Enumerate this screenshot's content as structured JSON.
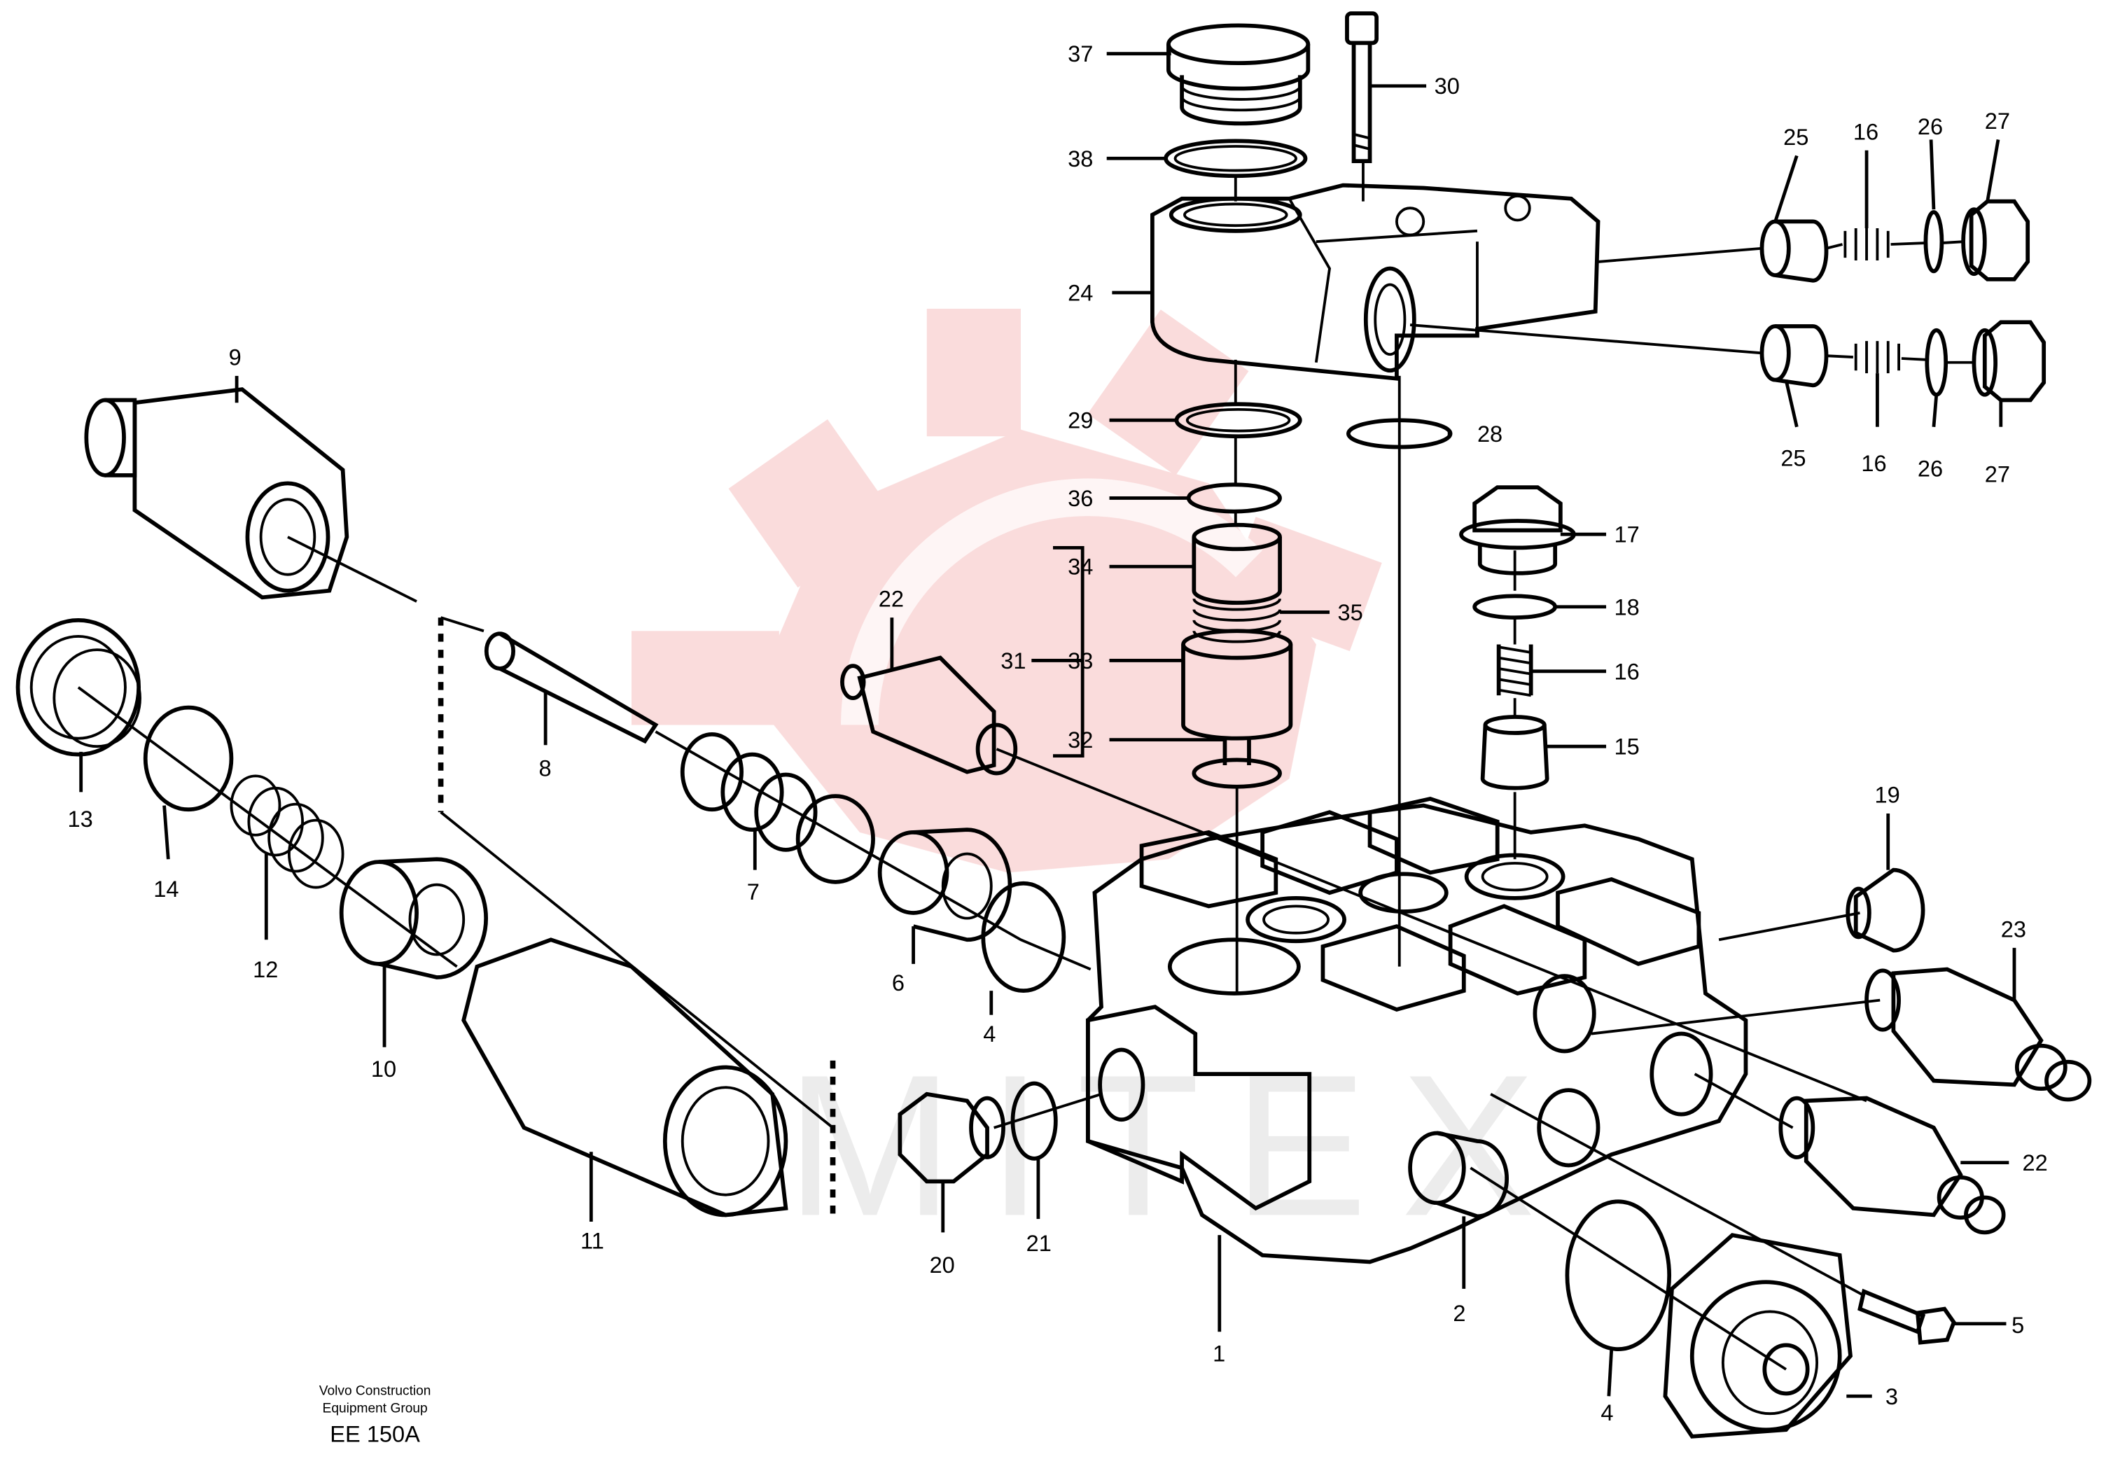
{
  "diagram": {
    "callouts": [
      {
        "id": "37",
        "label": "37"
      },
      {
        "id": "30",
        "label": "30"
      },
      {
        "id": "38",
        "label": "38"
      },
      {
        "id": "24",
        "label": "24"
      },
      {
        "id": "29",
        "label": "29"
      },
      {
        "id": "28",
        "label": "28"
      },
      {
        "id": "36",
        "label": "36"
      },
      {
        "id": "34",
        "label": "34"
      },
      {
        "id": "35",
        "label": "35"
      },
      {
        "id": "31",
        "label": "31"
      },
      {
        "id": "33",
        "label": "33"
      },
      {
        "id": "32",
        "label": "32"
      },
      {
        "id": "25a",
        "label": "25"
      },
      {
        "id": "16a",
        "label": "16"
      },
      {
        "id": "26a",
        "label": "26"
      },
      {
        "id": "27a",
        "label": "27"
      },
      {
        "id": "25b",
        "label": "25"
      },
      {
        "id": "16b",
        "label": "16"
      },
      {
        "id": "26b",
        "label": "26"
      },
      {
        "id": "27b",
        "label": "27"
      },
      {
        "id": "17",
        "label": "17"
      },
      {
        "id": "18",
        "label": "18"
      },
      {
        "id": "16c",
        "label": "16"
      },
      {
        "id": "15",
        "label": "15"
      },
      {
        "id": "19",
        "label": "19"
      },
      {
        "id": "23",
        "label": "23"
      },
      {
        "id": "22b",
        "label": "22"
      },
      {
        "id": "9",
        "label": "9"
      },
      {
        "id": "13",
        "label": "13"
      },
      {
        "id": "14",
        "label": "14"
      },
      {
        "id": "12",
        "label": "12"
      },
      {
        "id": "10",
        "label": "10"
      },
      {
        "id": "11",
        "label": "11"
      },
      {
        "id": "8",
        "label": "8"
      },
      {
        "id": "7",
        "label": "7"
      },
      {
        "id": "22a",
        "label": "22"
      },
      {
        "id": "6",
        "label": "6"
      },
      {
        "id": "4a",
        "label": "4"
      },
      {
        "id": "20",
        "label": "20"
      },
      {
        "id": "21",
        "label": "21"
      },
      {
        "id": "1",
        "label": "1"
      },
      {
        "id": "2",
        "label": "2"
      },
      {
        "id": "4b",
        "label": "4"
      },
      {
        "id": "3",
        "label": "3"
      },
      {
        "id": "5",
        "label": "5"
      }
    ]
  },
  "footer": {
    "company_line1": "Volvo Construction",
    "company_line2": "Equipment Group",
    "code": "EE 150A"
  },
  "watermark": {
    "text": "MITEX",
    "color": "#e23b3b"
  }
}
